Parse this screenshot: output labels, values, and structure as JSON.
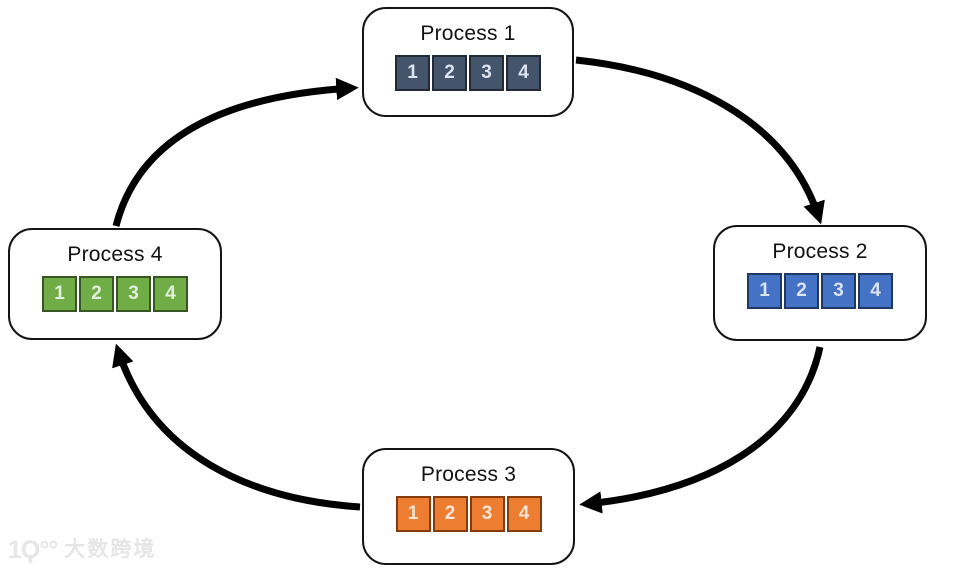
{
  "diagram": {
    "type": "cycle-flow",
    "arrow_color": "#000000",
    "node_border_color": "#141414",
    "node_fill": "#ffffff",
    "flow_order": [
      "Process 1",
      "Process 2",
      "Process 3",
      "Process 4"
    ],
    "cyclic": true,
    "nodes": [
      {
        "id": "process-1",
        "label": "Process 1",
        "cells": [
          "1",
          "2",
          "3",
          "4"
        ],
        "cell_fill": "#44546A",
        "cell_border": "#222A35",
        "cell_text": "#DCE4F0"
      },
      {
        "id": "process-2",
        "label": "Process 2",
        "cells": [
          "1",
          "2",
          "3",
          "4"
        ],
        "cell_fill": "#4472C4",
        "cell_border": "#1F3864",
        "cell_text": "#DAE3F3"
      },
      {
        "id": "process-3",
        "label": "Process 3",
        "cells": [
          "1",
          "2",
          "3",
          "4"
        ],
        "cell_fill": "#ED7D31",
        "cell_border": "#843C0C",
        "cell_text": "#FBE5D6"
      },
      {
        "id": "process-4",
        "label": "Process 4",
        "cells": [
          "1",
          "2",
          "3",
          "4"
        ],
        "cell_fill": "#70AD47",
        "cell_border": "#375623",
        "cell_text": "#E2EFDA"
      }
    ],
    "watermark": {
      "logo_glyph": "1Ϙ°°",
      "text": "大数跨境",
      "color": "#e6e6e6"
    }
  }
}
